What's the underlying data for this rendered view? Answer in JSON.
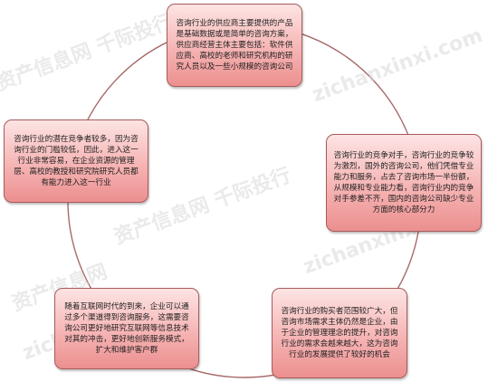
{
  "watermarks": [
    "资产信息网 千际投行",
    "zichanxinxi.com",
    "资产信息网 千际投行",
    "zichanxinxi.com",
    "资产信息网",
    "zichanxinxi.com"
  ],
  "nodes": [
    {
      "id": "top",
      "text": "咨询行业的供应商主要提供的产品是基础数据或是简单的咨询方案，供应商经营主体主要包括：软件供应商、高校的老师和研究机构的研究人员以及一些小规模的咨询公司"
    },
    {
      "id": "right",
      "text": "咨询行业的竞争对手，咨询行业的竞争较为激烈，国外的咨询公司，他们凭借专业能力和服务，占去了咨询市场一半份额，从规模和专业能力看，咨询行业内的竞争对手参差不齐，国内的咨询公司缺少专业方面的核心部分力"
    },
    {
      "id": "bottom-right",
      "text": "咨询行业的购买者范围较广大，但咨询市场需求主体仍然是企业，由于企业的管理理念的提升，对咨询行业的需求会越来越大，这为咨询行业的发展提供了较好的机会"
    },
    {
      "id": "bottom-left",
      "text": "随着互联网时代的到来，企业可以通过多个渠道得到咨询服务，这需要咨询公司更好地研究互联网等信息技术对其的冲击，更好地创新服务模式，扩大和维护客户群"
    },
    {
      "id": "left",
      "text": "咨询行业的潜在竞争者较多，因为咨询行业的门槛较低，因此，进入这一行业非常容易，在企业资源的管理层、高校的教授和研究院研究人员都有能力进入这一行业"
    }
  ]
}
